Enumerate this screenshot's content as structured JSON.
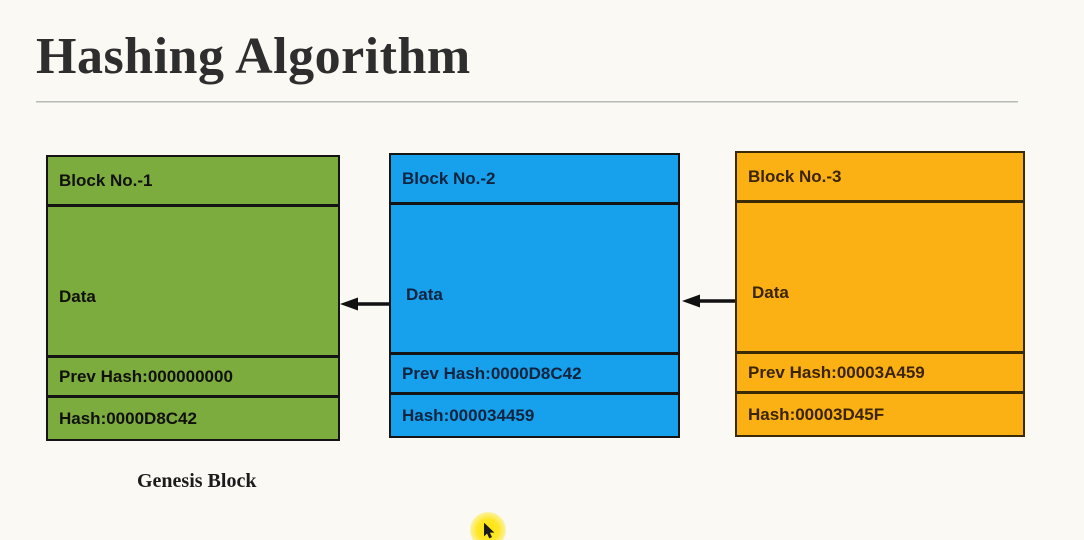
{
  "slide": {
    "title": "Hashing Algorithm",
    "background_color": "#faf9f4",
    "genesis_label": "Genesis Block"
  },
  "blocks": [
    {
      "id": "block-1",
      "color": "#7cab3e",
      "color_name": "green",
      "header": "Block No.-1",
      "data_label": "Data",
      "prev_hash": "Prev Hash:000000000",
      "hash": "Hash:0000D8C42"
    },
    {
      "id": "block-2",
      "color": "#17a0eb",
      "color_name": "blue",
      "header": "Block No.-2",
      "data_label": "Data",
      "prev_hash": "Prev Hash:0000D8C42",
      "hash": "Hash:000034459"
    },
    {
      "id": "block-3",
      "color": "#fbb014",
      "color_name": "orange",
      "header": "Block No.-3",
      "data_label": "Data",
      "prev_hash": "Prev Hash:00003A459",
      "hash": "Hash:00003D45F"
    }
  ],
  "arrows": [
    {
      "id": "arrow-2-to-1",
      "direction": "left",
      "from": "block-2",
      "to": "block-1"
    },
    {
      "id": "arrow-3-to-2",
      "direction": "left",
      "from": "block-3",
      "to": "block-2"
    }
  ],
  "cursor": {
    "icon": "mouse-pointer-icon",
    "highlight_color": "#ffe400"
  }
}
